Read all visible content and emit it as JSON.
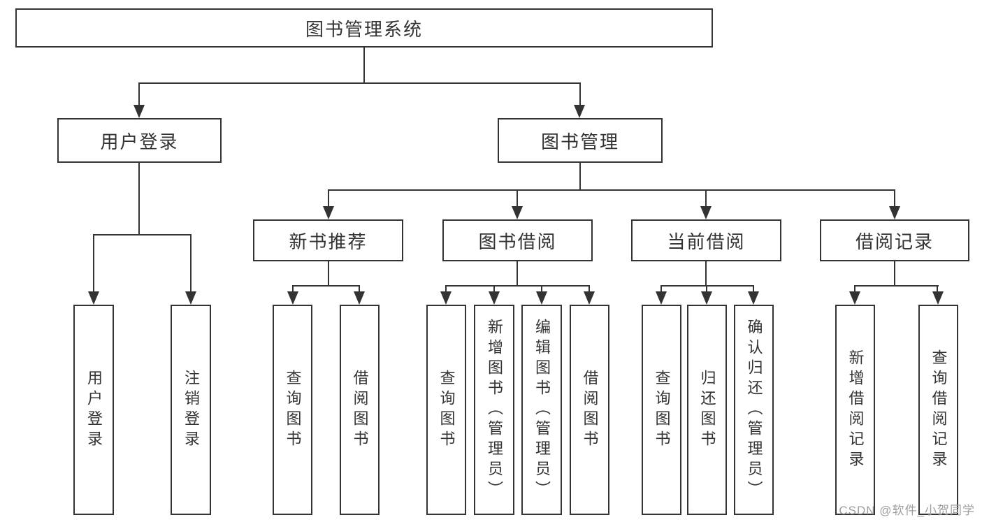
{
  "nodes": {
    "root": "图书管理系统",
    "user_login": "用户登录",
    "book_mgmt": "图书管理",
    "new_book_rec": "新书推荐",
    "book_borrow": "图书借阅",
    "current_borrow": "当前借阅",
    "borrow_records": "借阅记录",
    "ul_login": "用户登录",
    "ul_logout": "注销登录",
    "nb_query": "查询图书",
    "nb_borrow": "借阅图书",
    "bb_query": "查询图书",
    "bb_add": "新增图书（管理员）",
    "bb_edit": "编辑图书（管理员）",
    "bb_borrow": "借阅图书",
    "cb_query": "查询图书",
    "cb_return": "归还图书",
    "cb_confirm": "确认归还（管理员）",
    "br_add": "新增借阅记录",
    "br_query": "查询借阅记录"
  },
  "watermark": {
    "text": "CSDN @软件_小贺同学"
  },
  "colors": {
    "line": "#333333",
    "text": "#333333",
    "background": "#ffffff",
    "watermark": "#9e9e9e"
  }
}
